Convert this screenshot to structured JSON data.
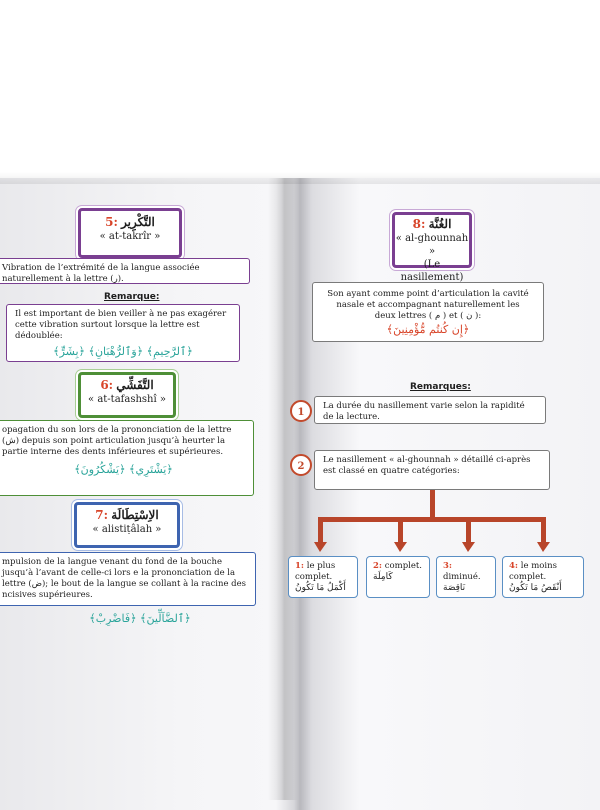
{
  "left_page": {
    "section5": {
      "number": "5:",
      "arabic": "التَّكْرِير",
      "translit": "« at-takrîr »",
      "description": "Vibration de l’extrémité de la langue associée naturellement à la lettre (ر).",
      "remark_heading": "Remarque:",
      "remark_text": "Il est important de bien veiller à ne pas exagérer cette vibration surtout lorsque la lettre est dédoublée:",
      "remark_examples": "﴿ٱلرَّحِيمِ﴾ ﴿وَٱلرُّهْبَانِ﴾ ﴿بِشَرٍّ﴾"
    },
    "section6": {
      "number": "6:",
      "arabic": "التَّفَشِّي",
      "translit": "« at-tafashshî »",
      "description": "opagation du son lors de la prononciation de la lettre (ش) depuis son point articulation jusqu’à heurter la partie interne des dents inférieures et supérieures.",
      "examples": "﴿يَشْتَرِي﴾ ﴿يَشْكُرُونَ﴾"
    },
    "section7": {
      "number": "7:",
      "arabic": "الاِسْتِطَالَة",
      "translit": "« alistiṭâlah »",
      "description": "mpulsion de la langue venant du fond de la bouche jusqu’à l’avant de celle-ci lors e la prononciation de la lettre (ض); le bout de la langue se collant à la racine des ncisives supérieures.",
      "examples": "﴿ٱلضَّآلِّينَ﴾ ﴿فَاضْرِبْ﴾"
    }
  },
  "right_page": {
    "section8": {
      "number": "8:",
      "arabic": "الغُنَّة",
      "translit": "« al-ghounnah »",
      "subtitle": "(Le nasillement)",
      "description": "Son ayant comme point d’articulation la cavité nasale et accompagnant naturellement les deux lettres ( م ) et ( ن ):",
      "example": "﴿إِن كُنتُم مُّؤْمِنِينَ﴾"
    },
    "remarks_heading": "Remarques:",
    "remarks": [
      {
        "num": "1",
        "text": "La durée du nasillement varie selon la rapidité de la lecture."
      },
      {
        "num": "2",
        "text": "Le nasillement « al-ghounnah » détaillé ci-après est classé en quatre catégories:"
      }
    ],
    "categories": [
      {
        "num": "1:",
        "label": "le plus complet.",
        "arabic": "أَكْمَلُ مَا تَكُونُ"
      },
      {
        "num": "2:",
        "label": "complet.",
        "arabic": "كَامِلَة"
      },
      {
        "num": "3:",
        "label": "diminué.",
        "arabic": "نَاقِصَة"
      },
      {
        "num": "4:",
        "label": "le moins complet.",
        "arabic": "أَنْقَصُ مَا تَكُونُ"
      }
    ]
  },
  "colors": {
    "purple": "#7a3f91",
    "green": "#4e8f37",
    "blue": "#3e64b0",
    "red": "#d8452a",
    "teal": "#2aa49a"
  }
}
